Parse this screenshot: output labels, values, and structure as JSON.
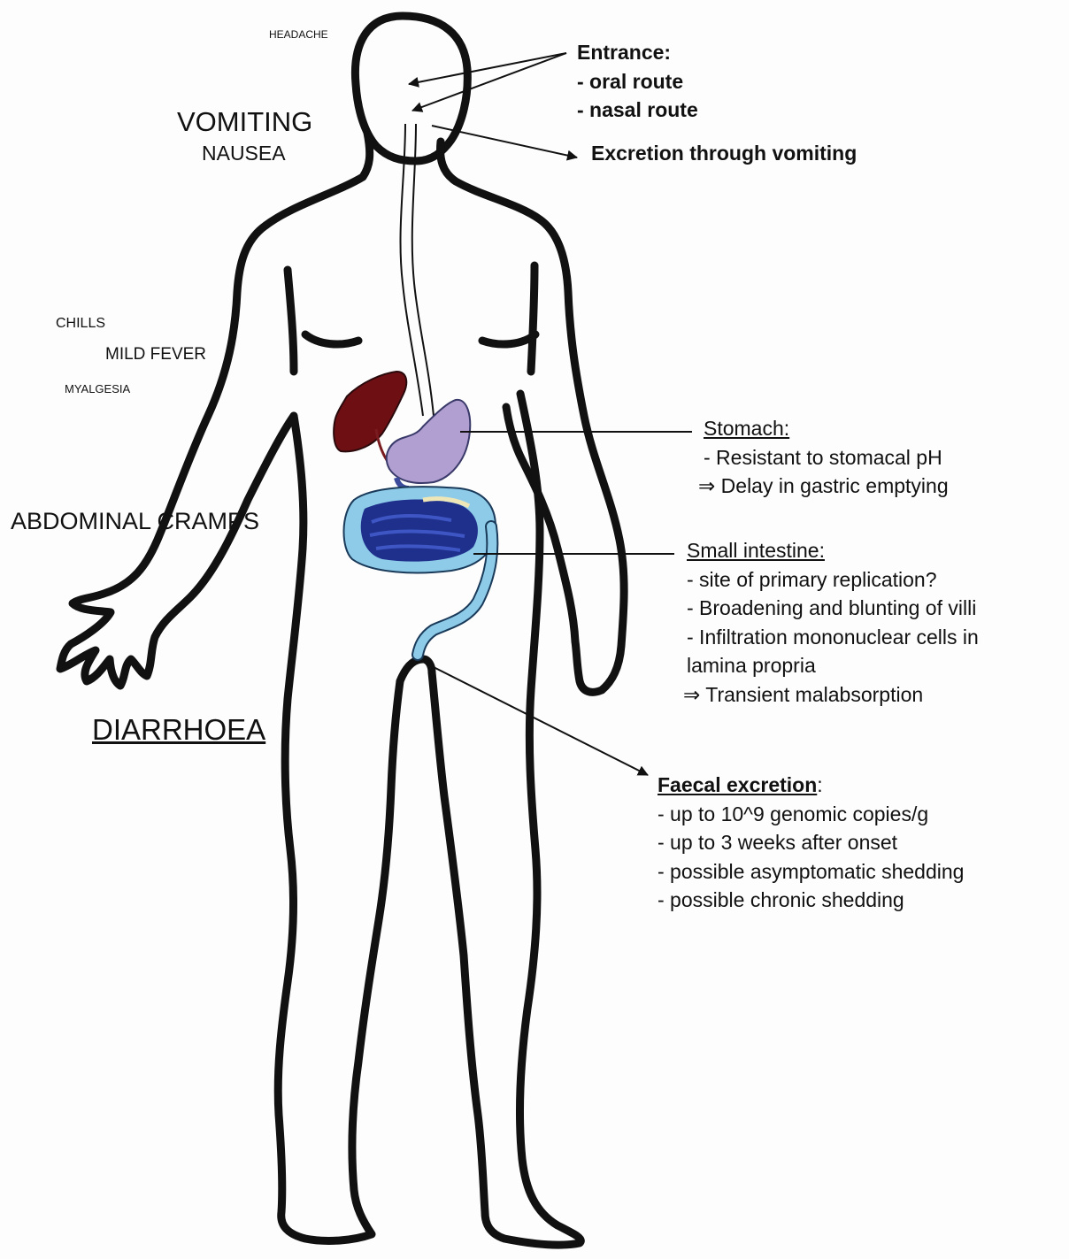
{
  "symptoms": {
    "headache": "HEADACHE",
    "vomiting": "VOMITING",
    "nausea": "NAUSEA",
    "chills": "CHILLS",
    "mild_fever": "MILD FEVER",
    "myalgesia": "MYALGESIA",
    "abdominal_cramps": "ABDOMINAL CRAMPS",
    "diarrhoea": "DIARRHOEA"
  },
  "entrance": {
    "title": "Entrance:",
    "items": [
      "- oral route",
      "- nasal route"
    ]
  },
  "vomiting_excretion": "Excretion through vomiting",
  "stomach": {
    "title": "Stomach:",
    "items": [
      "- Resistant to stomacal pH"
    ],
    "consequence": "Delay in gastric emptying"
  },
  "small_intestine": {
    "title": "Small intestine:",
    "items": [
      "- site of primary replication?",
      "- Broadening and blunting of villi",
      "- Infiltration mononuclear cells in",
      "lamina propria"
    ],
    "consequence": "Transient malabsorption"
  },
  "faecal": {
    "title": "Faecal excretion",
    "title_suffix": ":",
    "items": [
      "- up to 10^9 genomic copies/g",
      "- up to 3 weeks after onset",
      "- possible asymptomatic shedding",
      "- possible chronic shedding"
    ]
  },
  "implies_symbol": "⇒",
  "colors": {
    "outline": "#111111",
    "liver": "#6e0f14",
    "stomach": "#b09fd0",
    "intestine_outer": "#8ecbe8",
    "intestine_inner": "#1e2f8c",
    "intestine_highlight": "#3e56c4"
  }
}
